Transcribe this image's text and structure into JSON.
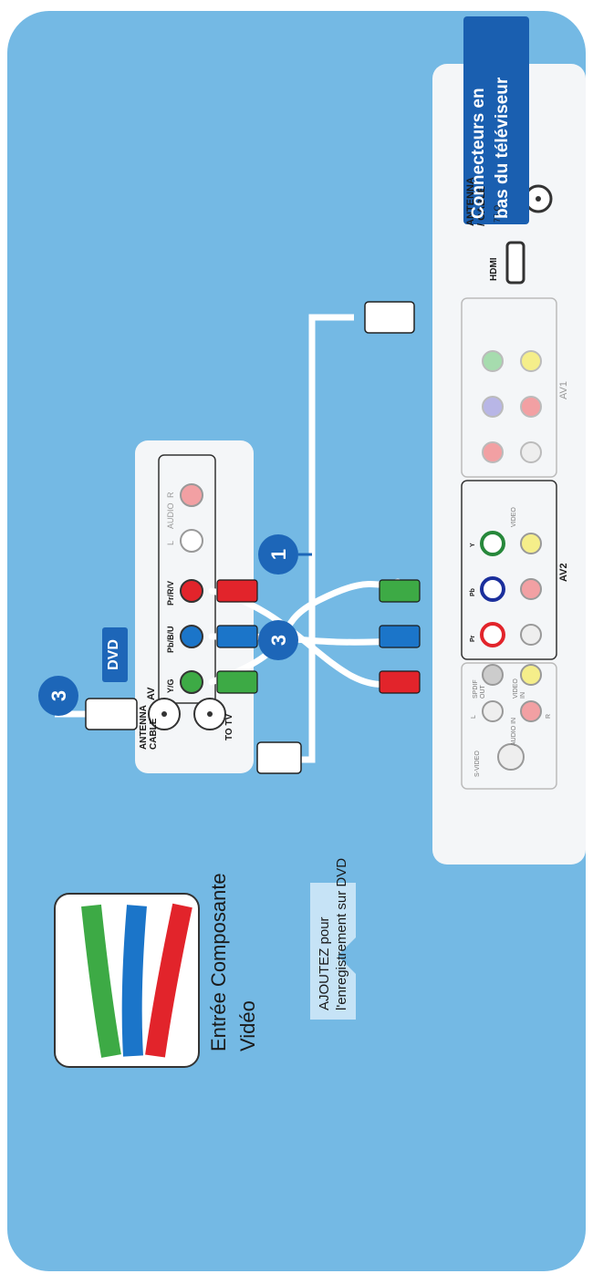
{
  "colors": {
    "background": "#74b9e4",
    "panel": "#f4f6f8",
    "accent": "#1a5fb0",
    "badge": "#1d66b8",
    "red": "#e2242b",
    "blue": "#1b75c9",
    "green": "#3daa45",
    "cable": "#ffffff"
  },
  "header": {
    "title_line1": "Entrée Composante",
    "title_line2": "Vidéo",
    "tv_label_line1": "Connecteurs en",
    "tv_label_line2": "bas du téléviseur"
  },
  "note": {
    "line1_bold": "AJOUTEZ",
    "line1_rest": " pour",
    "line2": "l'enregistrement sur DVD"
  },
  "dvd": {
    "badge": "DVD",
    "antenna_line1": "ANTENNA",
    "antenna_line2": "CABLE",
    "to_tv": "TO TV",
    "av": "AV",
    "yg": "Y/G",
    "pb": "Pb/B/U",
    "pr": "Pr/R/V",
    "l": "L",
    "audio": "AUDIO",
    "r": "R"
  },
  "steps": {
    "one": "1",
    "three_a": "3",
    "three_b": "3"
  },
  "tv": {
    "svideo": "S-VIDEO",
    "audio_in": "AUDIO IN",
    "spdif": "SPDIF",
    "spdif_out": "OUT",
    "video_in_1": "VIDEO",
    "video_in_2": "IN",
    "l": "L",
    "r": "R",
    "pr": "Pr",
    "pb": "Pb",
    "y": "Y",
    "video": "VIDEO",
    "av2": "AV2",
    "av1": "AV1",
    "hdmi": "HDMI",
    "antenna_line1": "ANTENNA",
    "antenna_line2": "/ CABLE",
    "ohm": "75 Ω"
  }
}
